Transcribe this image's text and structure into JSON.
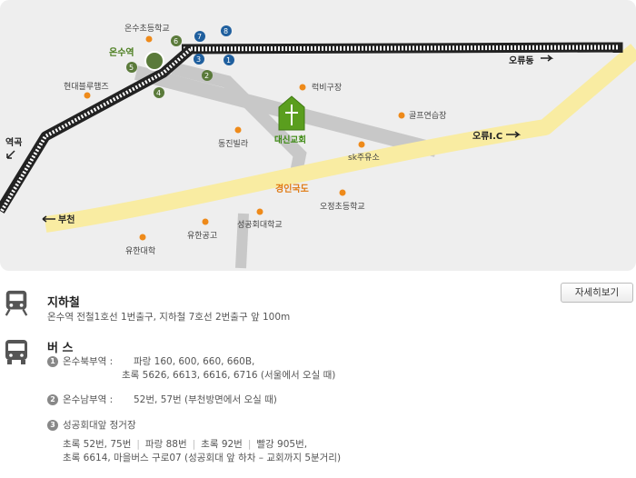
{
  "map": {
    "church": "대신교회",
    "road_main": "경인국도",
    "directions": {
      "oryu_dong": "오류동",
      "oryu_ic": "오류I.C",
      "bucheon": "부천",
      "yeokgok": "역곡"
    },
    "station": {
      "name": "온수역",
      "exits": [
        "1",
        "2",
        "3",
        "4",
        "5",
        "6",
        "7",
        "8"
      ]
    },
    "landmarks": [
      "온수초등학교",
      "현대블루햄즈",
      "럭비구장",
      "골프연습장",
      "동진빌라",
      "sk주유소",
      "오정초등학교",
      "성공회대학교",
      "유한공고",
      "유한대학"
    ],
    "colors": {
      "road": "#f9eca2",
      "rail": "#222222",
      "church": "#5a9e1e",
      "poi": "#ee8a1a",
      "exit_green": "#5a7a3a",
      "exit_blue": "#1f5f9e"
    }
  },
  "detail_button": "자세히보기",
  "subway": {
    "title": "지하철",
    "desc": "온수역 전철1호선 1번출구, 지하철 7호선 2번출구 앞 100m"
  },
  "bus": {
    "title": "버   스",
    "stops": [
      {
        "num": "1",
        "name": "온수북부역 :",
        "lines": [
          "파랑 160, 600, 660, 660B,",
          "초록 5626, 6613, 6616, 6716 (서울에서 오실 때)"
        ]
      },
      {
        "num": "2",
        "name": "온수남부역 :",
        "lines": [
          "52번, 57번 (부천방면에서 오실 때)"
        ]
      },
      {
        "num": "3",
        "name": "성공회대앞 정거장",
        "lines": []
      }
    ],
    "stop3_routes": [
      "초록 52번, 75번",
      "파랑 88번",
      "초록 92번",
      "빨강 905번,"
    ],
    "stop3_line2": "초록 6614, 마을버스 구로07 (성공회대 앞 하차 – 교회까지 5분거리)"
  }
}
